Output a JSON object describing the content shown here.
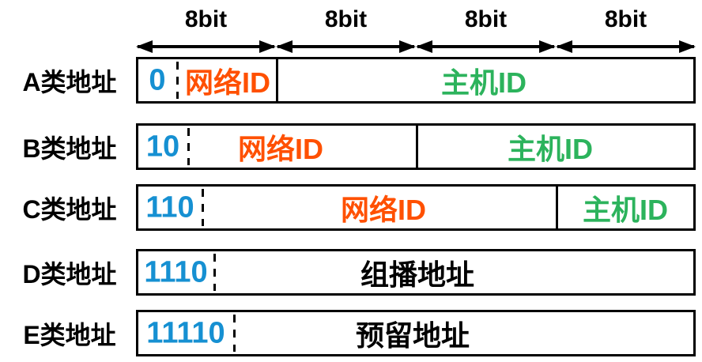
{
  "colors": {
    "bit_blue": "#1690D2",
    "network_orange": "#FF5000",
    "host_green": "#2CB35C",
    "line_black": "#000000"
  },
  "header": {
    "bit_labels": [
      "8bit",
      "8bit",
      "8bit",
      "8bit"
    ]
  },
  "rows": [
    {
      "label": "A类地址",
      "prefix": "0",
      "network": "网络ID",
      "host": "主机ID"
    },
    {
      "label": "B类地址",
      "prefix": "10",
      "network": "网络ID",
      "host": "主机ID"
    },
    {
      "label": "C类地址",
      "prefix": "110",
      "network": "网络ID",
      "host": "主机ID"
    },
    {
      "label": "D类地址",
      "prefix": "1110",
      "body": "组播地址"
    },
    {
      "label": "E类地址",
      "prefix": "11110",
      "body": "预留地址"
    }
  ]
}
